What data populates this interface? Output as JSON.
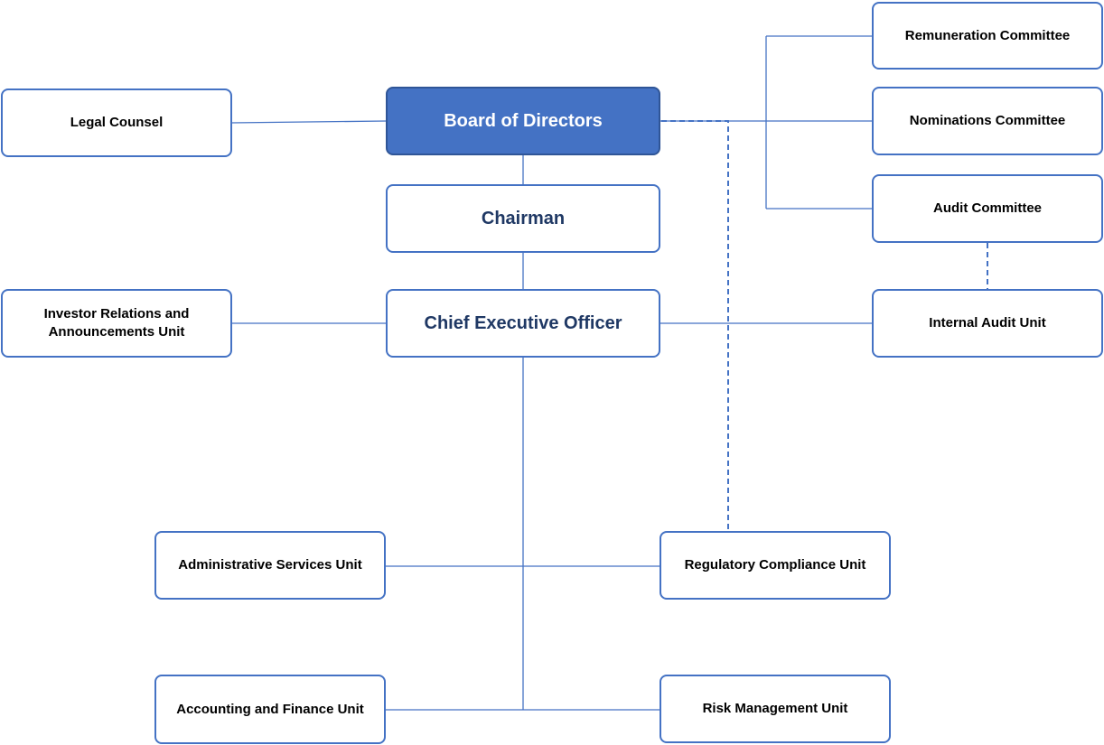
{
  "board": {
    "label": "Board of Directors"
  },
  "chairman": {
    "label": "Chairman"
  },
  "ceo": {
    "label": "Chief Executive Officer"
  },
  "legal_counsel": {
    "label": "Legal Counsel"
  },
  "investor_relations": {
    "label": "Investor Relations and Announcements Unit"
  },
  "remuneration_committee": {
    "label": "Remuneration Committee"
  },
  "nominations_committee": {
    "label": "Nominations Committee"
  },
  "audit_committee": {
    "label": "Audit Committee"
  },
  "internal_audit_unit": {
    "label": "Internal Audit Unit"
  },
  "administrative_services_unit": {
    "label": "Administrative Services Unit"
  },
  "regulatory_compliance_unit": {
    "label": "Regulatory Compliance Unit"
  },
  "accounting_finance_unit": {
    "label": "Accounting and Finance Unit"
  },
  "risk_management_unit": {
    "label": "Risk Management Unit"
  },
  "colors": {
    "accent": "#4472c4",
    "accent_dark": "#2f5597",
    "title_text": "#1f3864"
  }
}
